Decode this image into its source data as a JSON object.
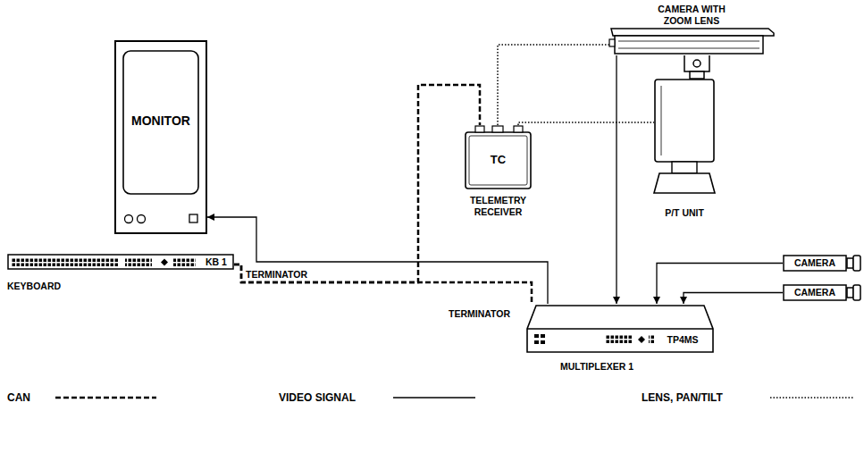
{
  "diagram": {
    "nodes": [
      {
        "text": [
          "CAMERA WITH ZOOM LENS"
        ]
      },
      {
        "text": [
          "MONITOR"
        ]
      },
      {
        "text": [
          "TC",
          "TELEMETRY RECEIVER"
        ]
      },
      {
        "text": [
          "P/T UNIT"
        ]
      },
      {
        "text": [
          "KB 1",
          "KEYBOARD"
        ]
      },
      {
        "text": [
          "CAMERA"
        ]
      },
      {
        "text": [
          "CAMERA"
        ]
      },
      {
        "text": [
          "TP4MS",
          "MULTIPLEXER 1"
        ]
      }
    ],
    "edges": [
      {
        "from": 7,
        "to": 1,
        "arrow": "to"
      },
      {
        "from": 0,
        "to": 7,
        "arrow": "to"
      },
      {
        "from": 5,
        "to": 7,
        "arrow": "to"
      },
      {
        "from": 6,
        "to": 7,
        "arrow": "to"
      },
      {
        "from": 4,
        "to": 2,
        "arrow": "none"
      },
      {
        "from": 4,
        "to": 7,
        "arrow": "none"
      },
      {
        "from": 2,
        "to": 0,
        "arrow": "none"
      },
      {
        "from": 2,
        "to": 3,
        "arrow": "none"
      }
    ],
    "labels": [
      "TERMINATOR",
      "TERMINATOR"
    ],
    "legend": [
      {
        "text": "CAN"
      },
      {
        "text": "VIDEO SIGNAL"
      },
      {
        "text": "LENS, PAN/TILT"
      }
    ]
  }
}
